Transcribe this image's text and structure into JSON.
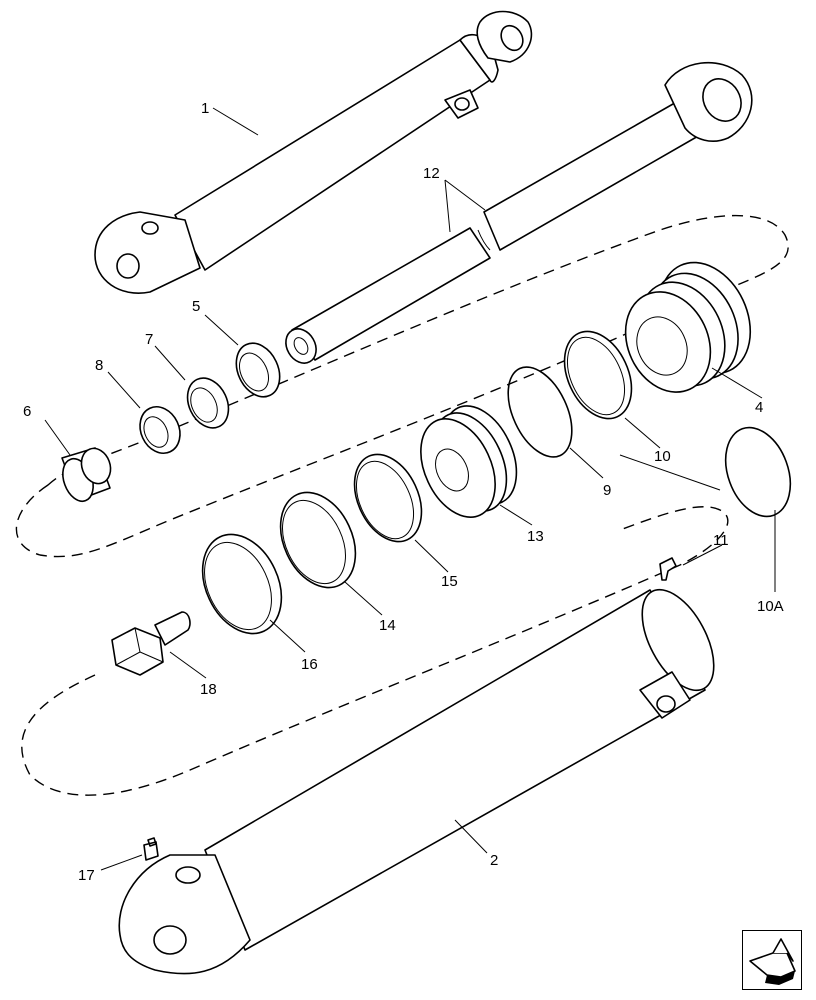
{
  "callouts": {
    "c1": "1",
    "c2": "2",
    "c4": "4",
    "c5": "5",
    "c6": "6",
    "c7": "7",
    "c8": "8",
    "c9": "9",
    "c10": "10",
    "c10a": "10A",
    "c11": "11",
    "c12": "12",
    "c13": "13",
    "c14": "14",
    "c15": "15",
    "c16": "16",
    "c17": "17",
    "c18": "18"
  },
  "nav_icon": "next-page-arrow-icon"
}
